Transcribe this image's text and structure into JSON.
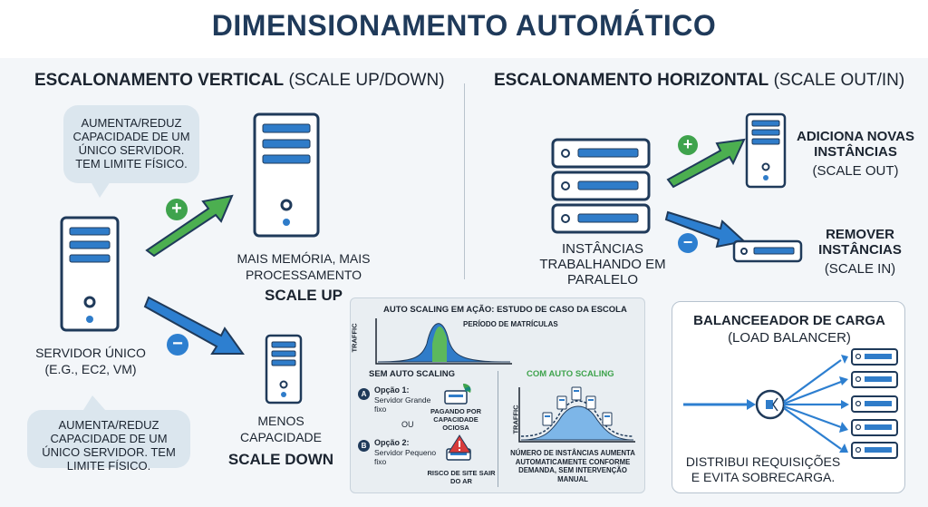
{
  "title": "DIMENSIONAMENTO AUTOMÁTICO",
  "vertical": {
    "heading_bold": "ESCALONAMENTO VERTICAL",
    "heading_rest": "(SCALE UP/DOWN)",
    "bubble_top": "AUMENTA/REDUZ CAPACIDADE DE UM ÚNICO SERVIDOR. TEM LIMITE FÍSICO.",
    "bubble_bottom": "AUMENTA/REDUZ CAPACIDADE DE UM ÚNICO SERVIDOR. TEM LIMITE FÍSICO.",
    "single_server": "SERVIDOR ÚNICO (E.G., EC2, VM)",
    "more": "MAIS MEMÓRIA, MAIS PROCESSAMENTO",
    "scale_up": "SCALE UP",
    "less": "MENOS CAPACIDADE",
    "scale_down": "SCALE DOWN",
    "plus": "+",
    "minus": "−"
  },
  "horizontal": {
    "heading_bold": "ESCALONAMENTO HORIZONTAL",
    "heading_rest": "(SCALE OUT/IN)",
    "instances": "INSTÂNCIAS TRABALHANDO EM PARALELO",
    "add_title": "ADICIONA NOVAS INSTÂNCIAS",
    "add_sub": "(SCALE OUT)",
    "remove_title": "REMOVER INSTÂNCIAS",
    "remove_sub": "(SCALE IN)",
    "plus": "+",
    "minus": "−"
  },
  "case": {
    "title": "AUTO SCALING EM AÇÃO: ESTUDO DE CASO DA ESCOLA",
    "traffic": "TRAFFIC",
    "period": "PERÍODO DE MATRÍCULAS",
    "without": "SEM AUTO SCALING",
    "with": "COM AUTO SCALING",
    "opt1_title": "Opção 1:",
    "opt1_desc": "Servidor Grande fixo",
    "opt1_risk": "PAGANDO POR CAPACIDADE OCIOSA",
    "ou": "OU",
    "opt2_title": "Opção 2:",
    "opt2_desc": "Servidor Pequeno fixo",
    "opt2_risk": "RISCO DE SITE SAIR DO AR",
    "badge_a": "A",
    "badge_b": "B",
    "auto_note": "NÚMERO DE INSTÂNCIAS AUMENTA AUTOMATICAMENTE CONFORME DEMANDA, SEM INTERVENÇÃO MANUAL"
  },
  "lb": {
    "title": "BALANCEEADOR DE CARGA",
    "subtitle": "(LOAD BALANCER)",
    "desc": "DISTRIBUI REQUISIÇÕES E EVITA SOBRECARGA."
  },
  "colors": {
    "navy": "#1f3a5a",
    "green": "#3fa34d",
    "blue": "#2d7fd0",
    "server_blue": "#2f7cc9",
    "teal": "#17897a",
    "red": "#d83b3b"
  }
}
